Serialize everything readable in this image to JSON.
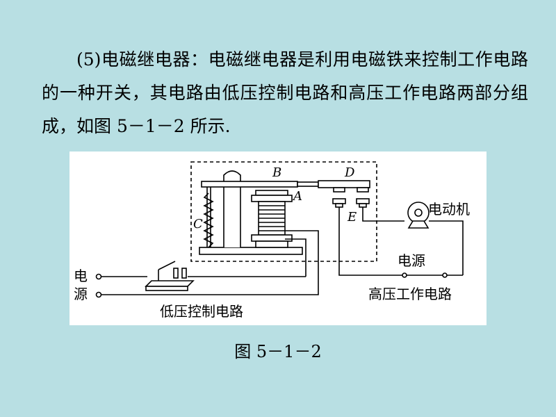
{
  "paragraph": {
    "text": "(5)电磁继电器：电磁继电器是利用电磁铁来控制工作电路的一种开关，其电路由低压控制电路和高压工作电路两部分组成，如图 5－1－2 所示."
  },
  "figure": {
    "labels": {
      "B": "B",
      "D": "D",
      "A": "A",
      "C": "C",
      "E": "E",
      "motor": "电动机",
      "power_source_right": "电源",
      "power_source_left_1": "电",
      "power_source_left_2": "源",
      "high_voltage_circuit": "高压工作电路",
      "low_voltage_circuit": "低压控制电路"
    }
  },
  "caption": "图 5－1－2"
}
